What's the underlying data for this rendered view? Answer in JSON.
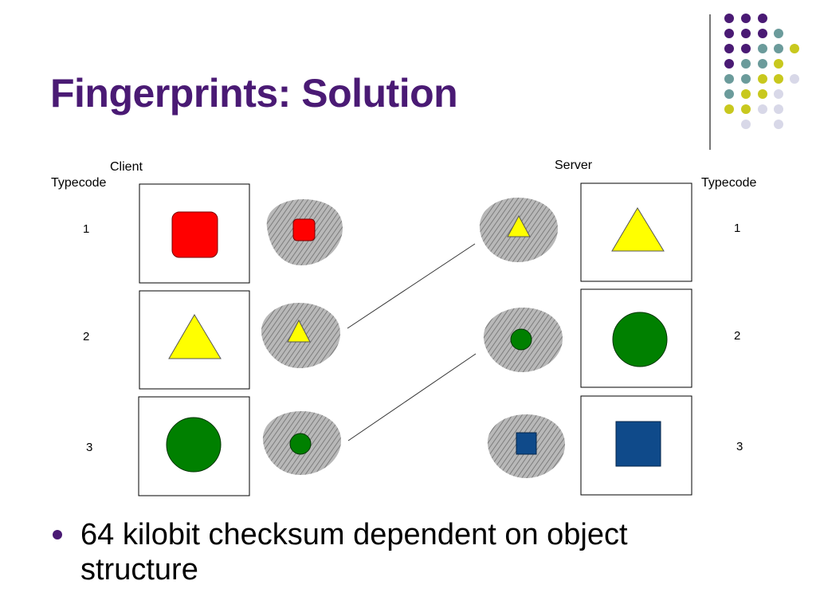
{
  "slide": {
    "title": "Fingerprints: Solution",
    "bullet": "64 kilobit checksum dependent on object structure"
  },
  "diagram": {
    "client_label": "Client",
    "server_label": "Server",
    "client_typecode_label": "Typecode",
    "server_typecode_label": "Typecode",
    "client_rows": [
      {
        "typecode": "1",
        "shape": "rounded-square",
        "color": "#ff0000"
      },
      {
        "typecode": "2",
        "shape": "triangle",
        "color": "#ffff00"
      },
      {
        "typecode": "3",
        "shape": "circle",
        "color": "#008000"
      }
    ],
    "server_rows": [
      {
        "typecode": "1",
        "shape": "triangle",
        "color": "#ffff00"
      },
      {
        "typecode": "2",
        "shape": "circle",
        "color": "#008000"
      },
      {
        "typecode": "3",
        "shape": "square",
        "color": "#0f4a8a"
      }
    ],
    "matches": [
      {
        "client": "2",
        "server": "1"
      },
      {
        "client": "3",
        "server": "2"
      }
    ]
  },
  "theme": {
    "title_color": "#4a1a74",
    "dot_colors": [
      "#4a1a74",
      "#6b9b9b",
      "#c8c81e",
      "#d8d8e8"
    ]
  }
}
